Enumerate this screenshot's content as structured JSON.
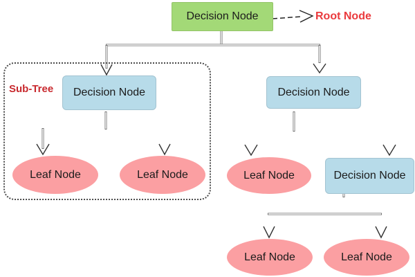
{
  "diagram": {
    "type": "decision-tree",
    "labels": {
      "subtree": "Sub-Tree",
      "root_annotation": "Root Node"
    },
    "nodes": {
      "root": {
        "label": "Decision Node",
        "role": "root"
      },
      "subtree_decision": {
        "label": "Decision Node",
        "role": "decision"
      },
      "subtree_leaf_left": {
        "label": "Leaf Node",
        "role": "leaf"
      },
      "subtree_leaf_right": {
        "label": "Leaf Node",
        "role": "leaf"
      },
      "right_decision": {
        "label": "Decision Node",
        "role": "decision"
      },
      "right_leaf": {
        "label": "Leaf Node",
        "role": "leaf"
      },
      "lower_decision": {
        "label": "Decision Node",
        "role": "decision"
      },
      "lower_leaf_left": {
        "label": "Leaf Node",
        "role": "leaf"
      },
      "lower_leaf_right": {
        "label": "Leaf Node",
        "role": "leaf"
      }
    },
    "colors": {
      "root_fill": "#a3d977",
      "decision_fill": "#b7dbe9",
      "leaf_fill": "#fb9fa2",
      "subtree_label_red": "#c8292e",
      "root_label_red": "#ea3a3d",
      "connector_gray": "#6e6e6e",
      "arrowhead_dark": "#333333"
    }
  }
}
